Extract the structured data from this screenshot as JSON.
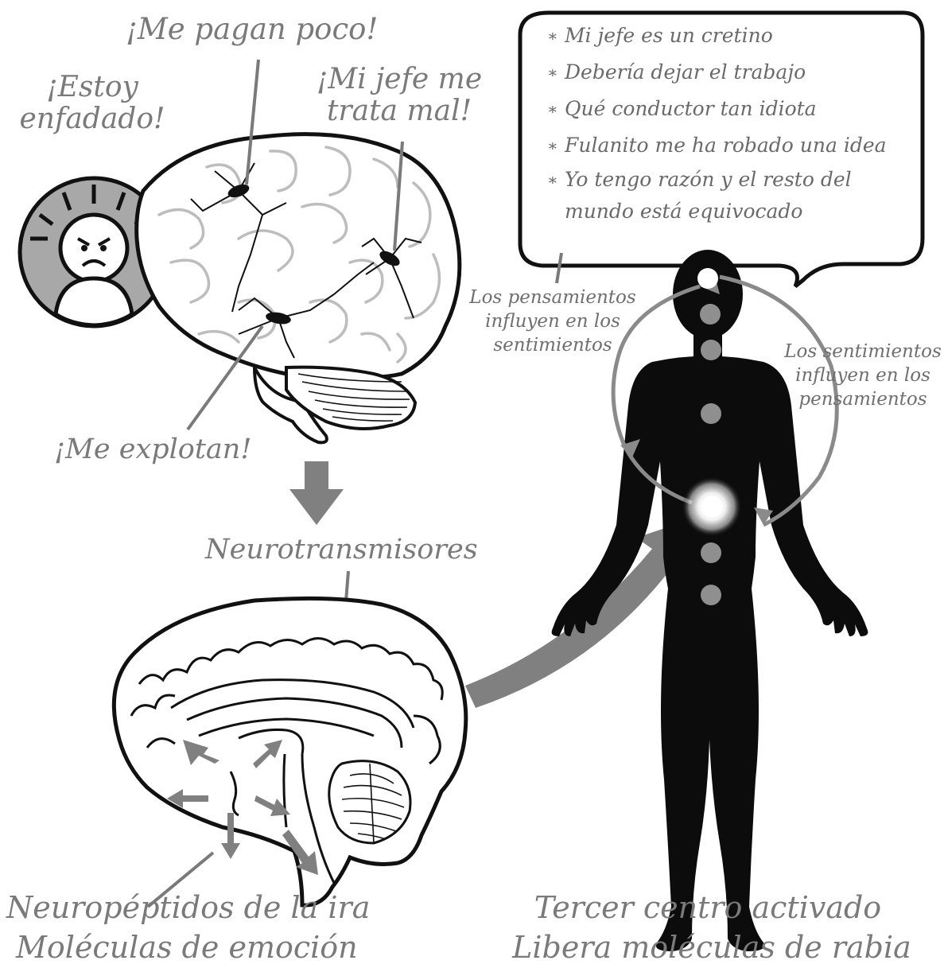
{
  "labels": {
    "estoy_enfadado": "¡Estoy enfadado!",
    "me_pagan_poco": "¡Me pagan poco!",
    "mi_jefe_me_trata_mal": "¡Mi jefe me trata mal!",
    "me_explotan": "¡Me explotan!",
    "neurotransmisores": "Neurotransmisores",
    "neuropeptidos": "Neuropéptidos de la ira",
    "moleculas_emocion": "Moléculas de emoción",
    "tercer_centro": "Tercer centro activado",
    "libera_moleculas": "Libera moléculas de rabia",
    "pensamientos_influyen": "Los pensamientos influyen en los sentimientos",
    "sentimientos_influyen": "Los sentimientos influyen en los pensamientos"
  },
  "speech_bubble": {
    "items": [
      "Mi jefe es un cretino",
      "Debería dejar el trabajo",
      "Qué conductor tan idiota",
      "Fulanito me ha robado una idea",
      "Yo tengo razón y el resto del mundo está equivocado"
    ]
  },
  "colors": {
    "text_gray": "#7a7a7a",
    "arrow_gray": "#8a8a8a",
    "ink": "#111111",
    "brain_fill": "#ffffff",
    "badge_fill": "#a8a8a8",
    "chakra_gray": "#8f8f8f"
  },
  "icons": {
    "angry_face": "angry-face-icon",
    "brain_top": "brain-lateral-icon",
    "brain_bottom": "brain-sagittal-icon",
    "human": "human-silhouette-icon"
  }
}
